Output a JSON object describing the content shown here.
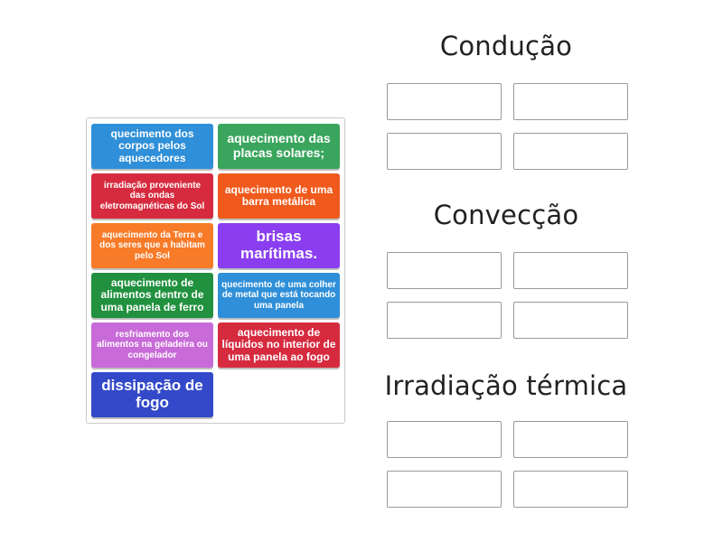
{
  "cards": [
    {
      "text": "quecimento dos corpos pelos aquecedores",
      "color": "#2f8fd8"
    },
    {
      "text": "aquecimento das placas solares;",
      "color": "#3aa55d"
    },
    {
      "text": "irradiação proveniente das ondas eletromagnéticas do Sol",
      "color": "#d62b3f"
    },
    {
      "text": "aquecimento de uma barra metálica",
      "color": "#f05a1d"
    },
    {
      "text": "aquecimento da Terra e dos seres que a habitam pelo Sol",
      "color": "#f77b28"
    },
    {
      "text": "brisas marítimas.",
      "color": "#8a3ef0"
    },
    {
      "text": "aquecimento de alimentos dentro de uma panela de ferro",
      "color": "#21913f"
    },
    {
      "text": "quecimento de uma colher de metal que está tocando uma panela",
      "color": "#2f8fd8"
    },
    {
      "text": "resfriamento dos alimentos na geladeira ou congelador",
      "color": "#c86ad8"
    },
    {
      "text": "aquecimento de líquidos no interior de uma panela ao fogo",
      "color": "#d62b3f"
    },
    {
      "text": "dissipação de fogo",
      "color": "#3349c9"
    }
  ],
  "categories": [
    {
      "title": "Condução"
    },
    {
      "title": "Convecção"
    },
    {
      "title": "Irradiação térmica"
    }
  ]
}
